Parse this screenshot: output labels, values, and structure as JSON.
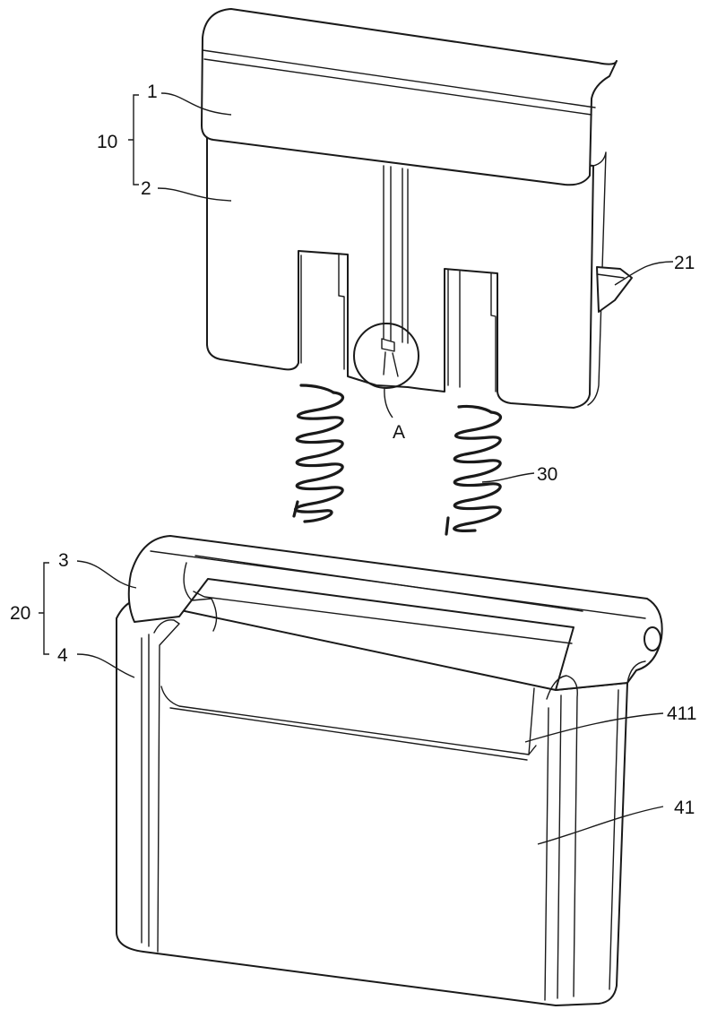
{
  "figure": {
    "labels": {
      "part_1": "1",
      "part_2": "2",
      "group_10": "10",
      "part_21": "21",
      "detail_A": "A",
      "spring_30": "30",
      "part_3": "3",
      "group_20": "20",
      "part_4": "4",
      "part_411": "411",
      "part_41": "41"
    }
  }
}
